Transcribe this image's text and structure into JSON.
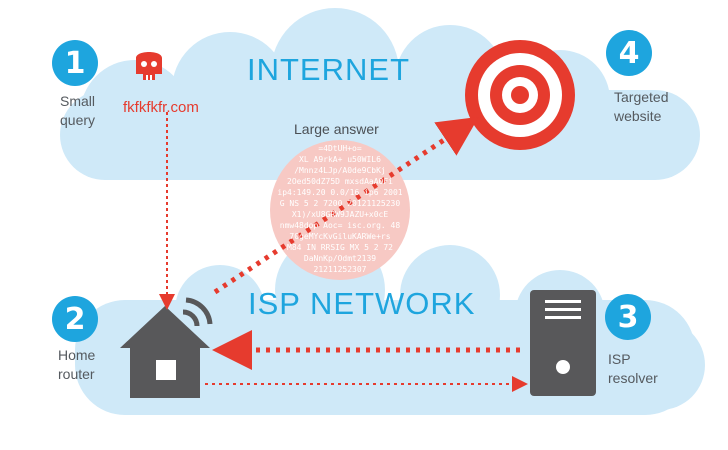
{
  "clouds": {
    "internet": {
      "title": "INTERNET"
    },
    "isp_network": {
      "title": "ISP NETWORK"
    }
  },
  "steps": [
    {
      "number": "1",
      "label_lines": [
        "Small",
        "query"
      ]
    },
    {
      "number": "2",
      "label_lines": [
        "Home",
        "router"
      ]
    },
    {
      "number": "3",
      "label_lines": [
        "ISP",
        "resolver"
      ]
    },
    {
      "number": "4",
      "label_lines": [
        "Targeted",
        "website"
      ]
    }
  ],
  "query_domain": "fkfkfkfr.com",
  "large_answer": {
    "title": "Large answer",
    "packet_lines": [
      "=4DtUH+o=",
      "XL A9rkA+ u50WIL6",
      "/Mnnz4LJp/A0de9CbKj",
      "2Oed50dZ75D mxsdAaA0Fi",
      "ip4:149.20 0.0/16 ip6 2001",
      "G NS 5 2 7200 20121125230",
      "X1)/xU8GRW9JAZU+x0cE",
      "nmw48dop Aoc= isc.org. 48",
      "70geMYcKvGiluKARWe+rs",
      "M84 IN RRSIG MX 5 2 72",
      "DaNnKp/Odmt2139",
      "21211252307"
    ]
  },
  "colors": {
    "accent_blue": "#1ea5de",
    "cloud_blue": "#cfe9f8",
    "attack_red": "#e63b2e",
    "icon_gray": "#58585a"
  },
  "icons": {
    "skull": "skull-icon",
    "target": "target-icon",
    "home_router": "home-router-icon",
    "server": "server-icon"
  }
}
